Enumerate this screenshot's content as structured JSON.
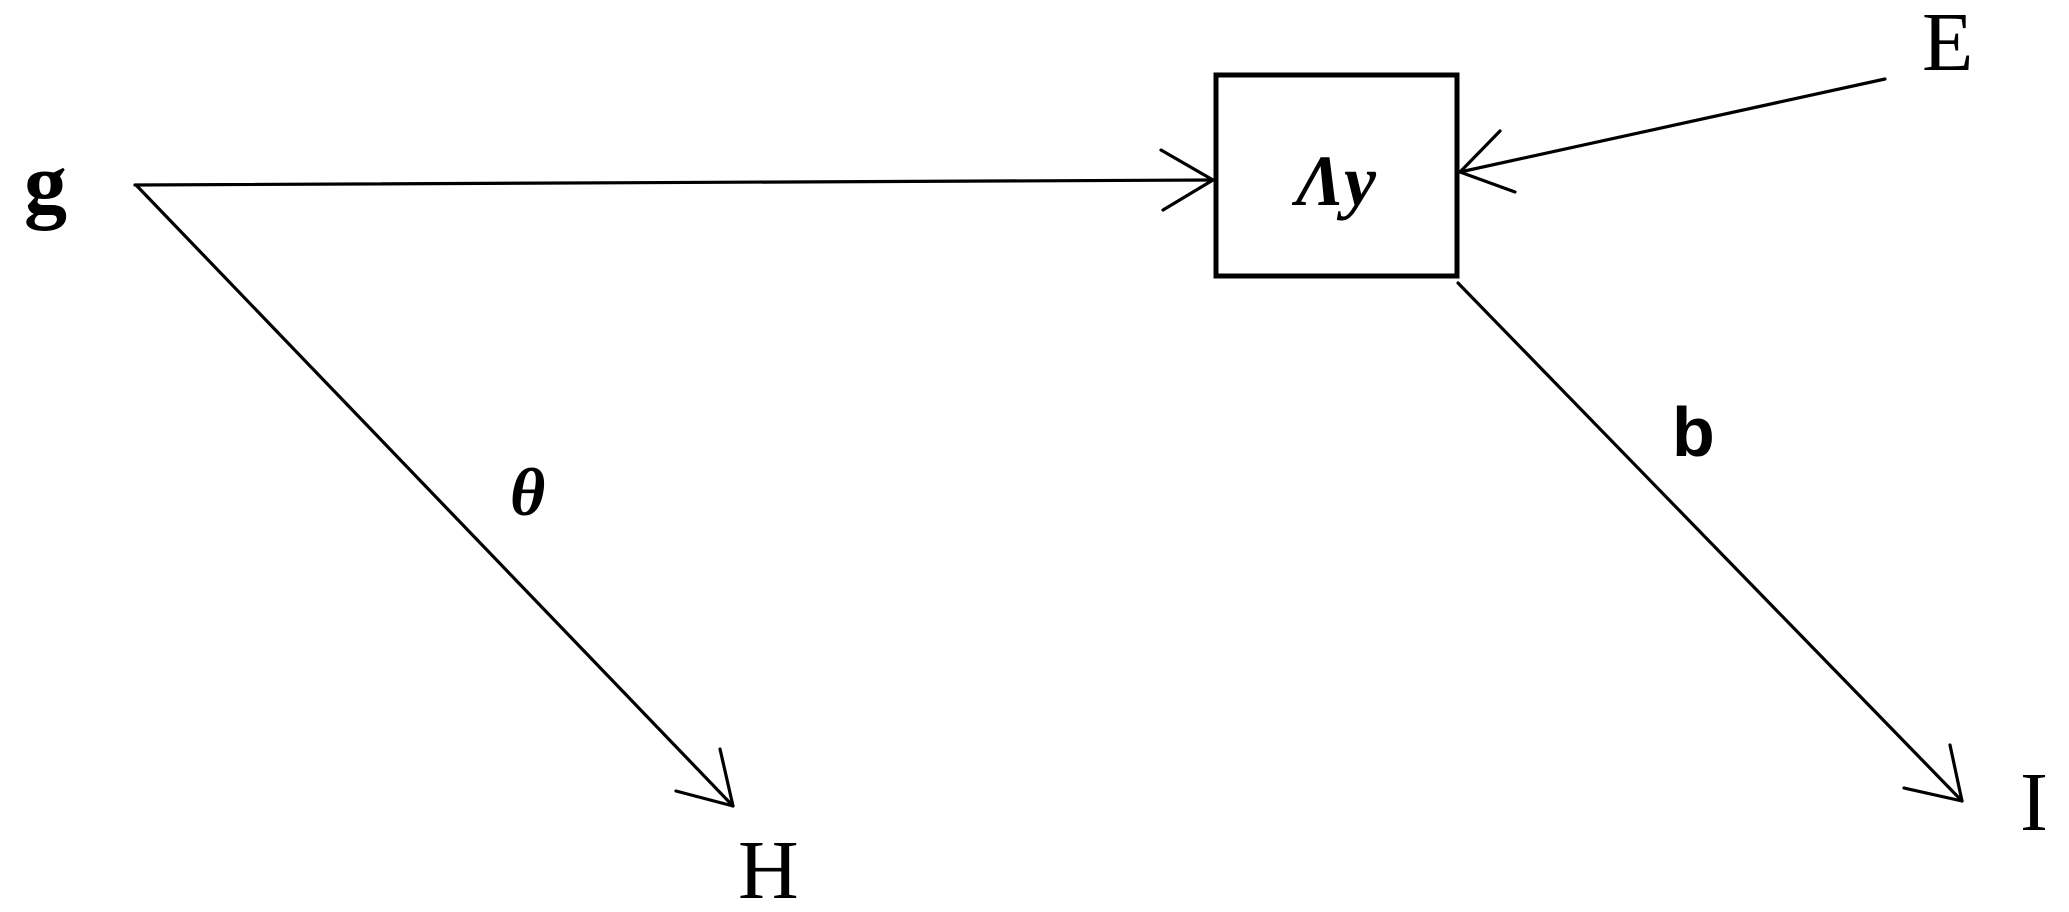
{
  "diagram": {
    "nodes": {
      "g": "g",
      "box": "Λy",
      "E": "E",
      "H": "H",
      "I": "I"
    },
    "edge_labels": {
      "g_to_H": "θ",
      "box_to_I": "b"
    },
    "colors": {
      "stroke": "#000000",
      "background": "#ffffff"
    }
  }
}
